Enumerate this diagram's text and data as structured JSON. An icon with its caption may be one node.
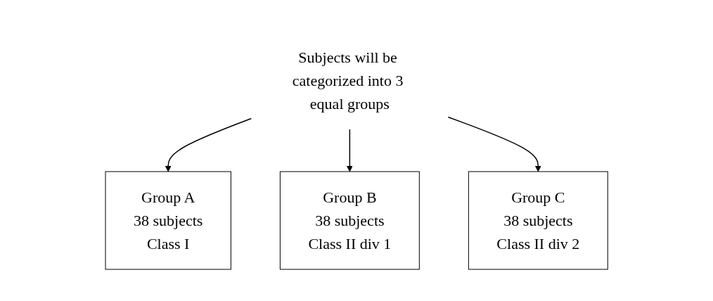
{
  "diagram": {
    "nodes": [
      {
        "text": [
          "Subjects will be categorized into 3 equal groups"
        ]
      },
      {
        "text": [
          "Group A",
          "38 subjects",
          "Class I"
        ]
      },
      {
        "text": [
          "Group B",
          "38 subjects",
          "Class II div 1"
        ]
      },
      {
        "text": [
          "Group C",
          "38 subjects",
          "Class II div 2"
        ]
      }
    ],
    "edges": [
      {
        "from": 0,
        "to": 1,
        "arrow": "to"
      },
      {
        "from": 0,
        "to": 2,
        "arrow": "to"
      },
      {
        "from": 0,
        "to": 3,
        "arrow": "to"
      }
    ]
  }
}
